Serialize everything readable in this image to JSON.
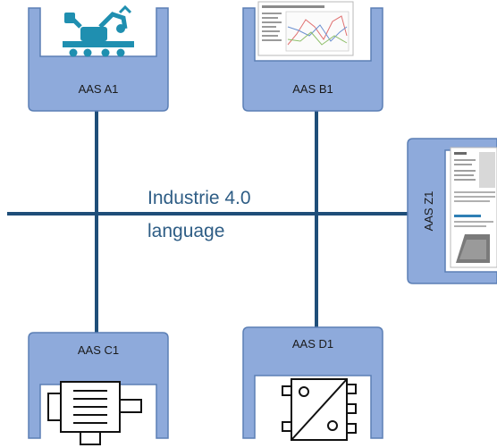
{
  "center_text": {
    "line1": "Industrie 4.0",
    "line2": "language"
  },
  "nodes": {
    "a1": {
      "label": "AAS A1",
      "icon": "robot-on-rail-icon"
    },
    "b1": {
      "label": "AAS B1",
      "icon": "data-sheet-chart-icon"
    },
    "z1": {
      "label": "AAS Z1",
      "icon": "document-pages-icon"
    },
    "c1": {
      "label": "AAS C1",
      "icon": "electric-motor-icon"
    },
    "d1": {
      "label": "AAS D1",
      "icon": "power-converter-icon"
    }
  },
  "colors": {
    "shell_fill": "#8eaadb",
    "shell_stroke": "#5b7fb5",
    "line": "#1f4e79",
    "icon_teal": "#1f8fb0"
  }
}
